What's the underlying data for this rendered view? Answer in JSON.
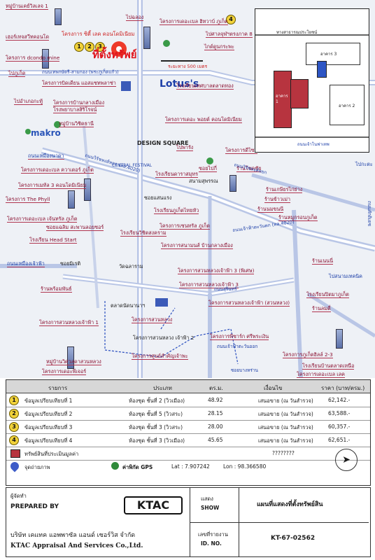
{
  "map": {
    "main_title": "ที่ตั้งทรัพย์",
    "scale_text": "ระยะทาง 500 เมตร",
    "labels_left": [
      "หมู่บ้านเคย์วิลเลจ 1",
      "เฮอร์เทจสวีทคอนโด",
      "โครงการ dcondo mine",
      "ไปภูเก็ต",
      "โครงการบิดเดียน แอสแซทพลาซ่า",
      "ไปอำเภอกะทู้",
      "โครงการบ้านกลางเมือง",
      "โรงพยาบาลสิริโรจน์",
      "หมู่บ้านวิชิตธานี",
      "makro",
      "ถนนเหมืองนาดา",
      "โครงการเดอะเบล ควาเตอร์ ภูเก็ต",
      "โครงการเมท้ล 3 คอนโดมิเนียม",
      "โครงการ The Phyll",
      "โครงการเดอะเบล เจ้นทรัล ภูเก็ต",
      "ซอยแฉลิม สะพานลอยชอร์",
      "โรงเรียน Head Start",
      "ถนนเหมืองเจ้าฟ้า",
      "ร้านพร้อมพันธ์",
      "โครงการสวนหลวงเจ้าฟ้า 1",
      "หมู่บ้านวิศวลดาสวนหลวง",
      "โครงการเดอะพีเจอร์"
    ],
    "labels_right": [
      "ไปฉลอง",
      "โครงการเดอะเบล ฮิทวาบ์ ภูเก็ต",
      "ไปศาลจุฬฯตรงภาค 8",
      "ไกด์ดูนกระพะ",
      "โรงเรียนเทศบาลตลาดทอง",
      "โครงการเดอะ พอยต์ คอนโดมิเนียม",
      "ไปพารัง",
      "โครงการดีไซน์",
      "ซอยไปกี่",
      "ร้านโชคชัย",
      "ร้านเกษียรไก่ย่าง",
      "ร้านข้าวเม่า",
      "ร้านนมขนนี",
      "ร้านหมูกรอบภูเก็ต",
      "ไปกะตะ",
      "ไปสนามเทคนิค",
      "ร้านเนนนี่",
      "โรงเรียนปิตมาภูเก็ต",
      "ร้านลมตี่",
      "โครงการภูเก็ตฮิลล์ 2-3",
      "โรงเรียนบ้านตลาดเหนือ",
      "โครงการเดอะเบล เลค"
    ],
    "labels_center": [
      "โครงการ ซิตี้ เลค คอนโดมิเนียม",
      "Lotus's",
      "DESIGN SQUARE",
      "CENTRAL FESTIVAL",
      "โรงเรียนดาราสมุทร",
      "สนามสุพรรณ",
      "ซอยแสนแรง",
      "โรงเรียนภูเก็ตไทยหัว",
      "โรงเรียนวิชิตสงคราม",
      "โครงการเซนทรัล ภูเก็ต",
      "โครงการสนามนส์ บ้านกลางเมือง",
      "ซอยมิเรติ",
      "วัดฉลาราม",
      "โครงการสวนหลวงเจ้าฟ้า 3 (พิเศษ)",
      "โครงการสวนหลวงเจ้าฟ้า 3",
      "ตลาดนัดนานาฯ",
      "โครงการสวนหลวง เจ้าฟ้า 2",
      "โครงการสวนหลวง",
      "โครงการพีซาร์ก ศรีพระเงิน",
      "โครงการศูนย์สำคัญเจ้าพะ",
      "โครงการสวนหลวงเจ้าฟ้า (สวนหลวง)"
    ],
    "roads": [
      "ถนนเทพกษัตรี-สามกอง (พระภูเก็ตแก้ว)",
      "ถนนวิรัชหงส์หยก (ทล.4020)",
      "ถนนเจ้าฟ้าตะวันตก (ทล.4020)",
      "ถนนวิรัชหงส์หยก",
      "ถนนสุรินทร์",
      "ถนนศักดิเดช",
      "ถนนเจ้าฟ้าตะวันออก",
      "ซอยบางหร่าน"
    ],
    "inset": {
      "top_label": "ทางสาธารณประโยชน์",
      "building3": "อาคาร 3",
      "building1": "อาคาร 1",
      "building2": "อาคาร 2",
      "bottom_label": "ถนนเจ้าโนฟาเทพ"
    }
  },
  "legend": {
    "headers": [
      "รายการ",
      "ประเภท",
      "ตร.ม.",
      "เงื่อนไข",
      "ราคา (บาท/ตรม.)"
    ],
    "rows": [
      {
        "num": "1",
        "item": "ข้อมูลเปรียบเทียบที่ 1",
        "type": "ห้องชุด ชั้นที่ 2 (วิวเมือง)",
        "area": "48.92",
        "cond": "เสนอขาย (ณ วันสำรวจ)",
        "price": "62,142.-"
      },
      {
        "num": "2",
        "item": "ข้อมูลเปรียบเทียบที่ 2",
        "type": "ห้องชุด ชั้นที่ 5 (วิวสระ)",
        "area": "28.15",
        "cond": "เสนอขาย (ณ วันสำรวจ)",
        "price": "63,588.-"
      },
      {
        "num": "3",
        "item": "ข้อมูลเปรียบเทียบที่ 3",
        "type": "ห้องชุด ชั้นที่ 3 (วิวสระ)",
        "area": "28.00",
        "cond": "เสนอขาย (ณ วันสำรวจ)",
        "price": "60,357.-"
      },
      {
        "num": "4",
        "item": "ข้อมูลเปรียบเทียบที่ 4",
        "type": "ห้องชุด ชั้นที่ 3 (วิวเมือง)",
        "area": "45.65",
        "cond": "เสนอขาย (ณ วันสำรวจ)",
        "price": "62,651.-"
      }
    ],
    "subject_label": "ทรัพย์สินที่ประเมินมูลค่า",
    "subject_value": "????????",
    "photo_label": "จุดถ่ายภาพ",
    "gps_label": "ค่าพิกัด GPS",
    "gps_lat": "Lat : 7.907242",
    "gps_lon": "Lon : 98.366580"
  },
  "footer": {
    "prepared_th": "ผู้จัดทำ",
    "prepared_en": "PREPARED BY",
    "company_th": "บริษัท เคแทค แอพพาซัล แอนด์ เซอร์วิส จำกัด",
    "company_en": "KTAC Appraisal And Services Co.,Ltd.",
    "logo": "KTAC",
    "show_th": "แสดง",
    "show_en": "SHOW",
    "show_value": "แผนที่แสดงที่ตั้งทรัพย์สิน",
    "id_th": "เลขที่รายงาน",
    "id_en": "ID. NO.",
    "id_value": "KT-67-02562"
  }
}
